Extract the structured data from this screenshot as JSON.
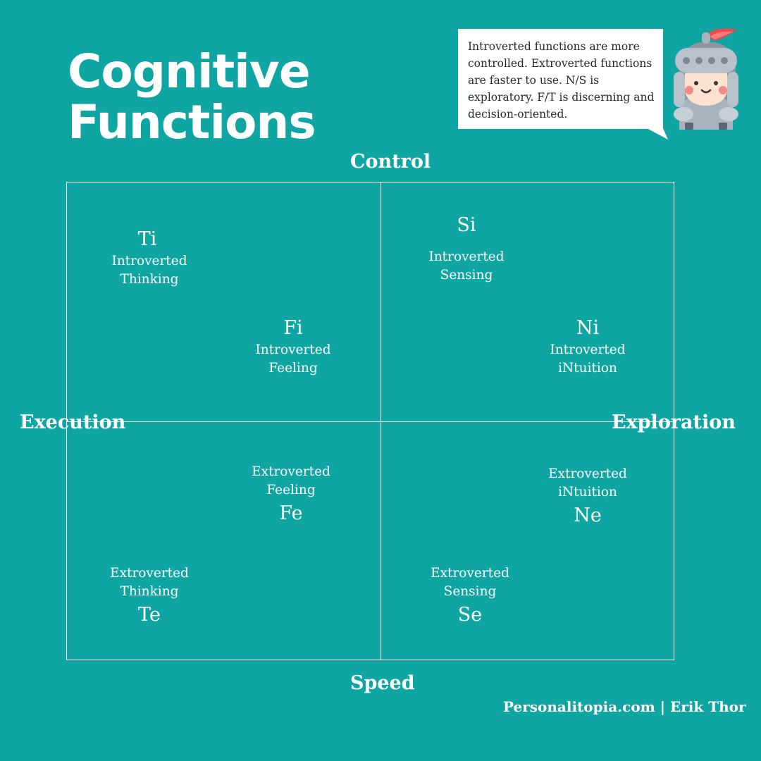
{
  "title": {
    "line1": "Cognitive",
    "line2": "Functions"
  },
  "callout": {
    "text": "Introverted functions are more controlled. Extroverted functions are faster to use. N/S is exploratory. F/T is discerning and decision-oriented."
  },
  "axes": {
    "top": "Control",
    "bottom": "Speed",
    "left": "Execution",
    "right": "Exploration"
  },
  "functions": {
    "ti": {
      "code": "Ti",
      "name": "Introverted\nThinking"
    },
    "fi": {
      "code": "Fi",
      "name": "Introverted\nFeeling"
    },
    "si": {
      "code": "Si",
      "name": "Introverted\nSensing"
    },
    "ni": {
      "code": "Ni",
      "name": "Introverted\niNtuition"
    },
    "fe": {
      "code": "Fe",
      "name": "Extroverted\nFeeling"
    },
    "te": {
      "code": "Te",
      "name": "Extroverted\nThinking"
    },
    "ne": {
      "code": "Ne",
      "name": "Extroverted\niNtuition"
    },
    "se": {
      "code": "Se",
      "name": "Extroverted\nSensing"
    }
  },
  "credit": "Personalitopia.com | Erik Thor",
  "colors": {
    "background": "#0ea5a2",
    "text": "#ffffff",
    "callout_background": "#ffffff",
    "callout_text": "#1f2a2a"
  },
  "icons": {
    "mascot": "knight-mascot-icon"
  }
}
